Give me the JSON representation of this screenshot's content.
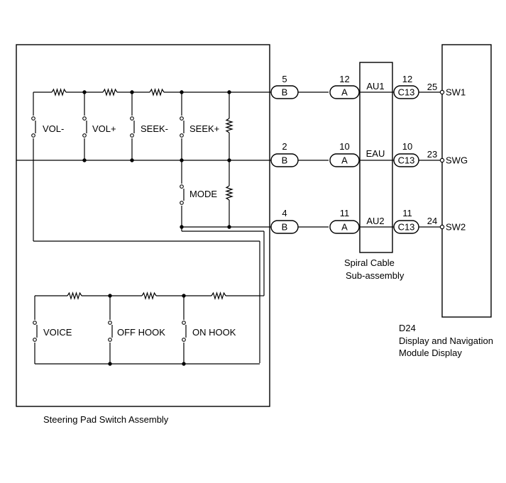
{
  "steering_pad": {
    "label": "Steering Pad Switch Assembly",
    "switches": [
      "VOL-",
      "VOL+",
      "SEEK-",
      "SEEK+",
      "MODE"
    ],
    "bottom_switches": [
      "VOICE",
      "OFF HOOK",
      "ON HOOK"
    ]
  },
  "spiral_cable": {
    "label_line1": "Spiral Cable",
    "label_line2": "Sub-assembly"
  },
  "display_module": {
    "code": "D24",
    "label_line1": "Display and Navigation",
    "label_line2": "Module Display"
  },
  "lines": [
    {
      "pin_b": "5",
      "conn_b": "B",
      "pin_a": "12",
      "conn_a": "A",
      "wire": "AU1",
      "pin_c": "12",
      "conn_c": "C13",
      "pin_d": "25",
      "terminal": "SW1"
    },
    {
      "pin_b": "2",
      "conn_b": "B",
      "pin_a": "10",
      "conn_a": "A",
      "wire": "EAU",
      "pin_c": "10",
      "conn_c": "C13",
      "pin_d": "23",
      "terminal": "SWG"
    },
    {
      "pin_b": "4",
      "conn_b": "B",
      "pin_a": "11",
      "conn_a": "A",
      "wire": "AU2",
      "pin_c": "11",
      "conn_c": "C13",
      "pin_d": "24",
      "terminal": "SW2"
    }
  ]
}
